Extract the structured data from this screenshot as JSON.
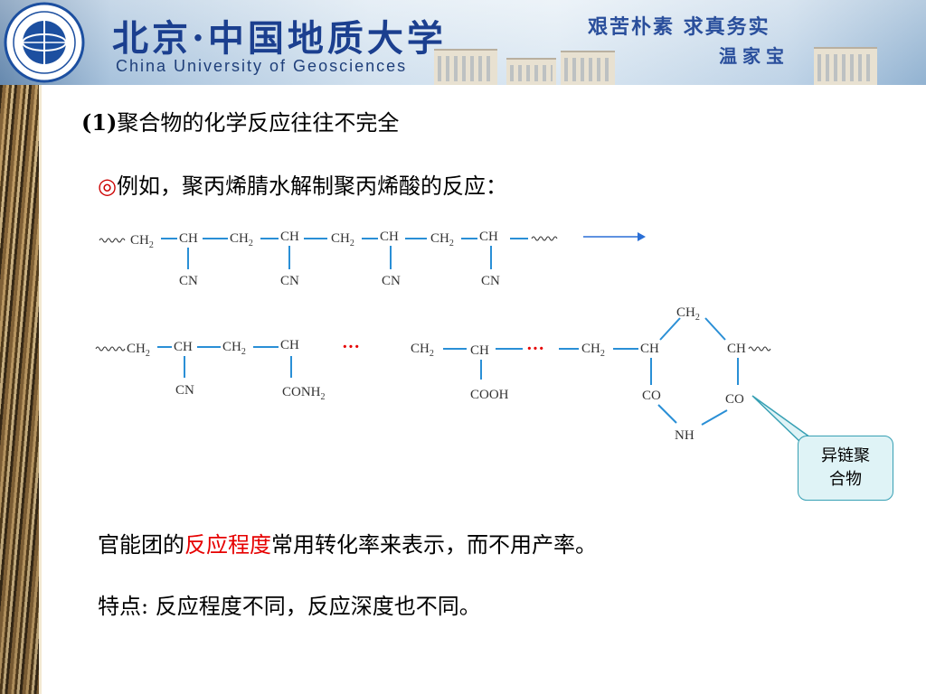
{
  "header": {
    "title_cn": "北京·中国地质大学",
    "title_en": "China University of Geosciences",
    "motto": "艰苦朴素 求真务实",
    "motto_signature": "温家宝"
  },
  "heading": {
    "number": "(1)",
    "text": "聚合物的化学反应往往不完全"
  },
  "example": {
    "bullet": "◎",
    "text": "例如，聚丙烯腈水解制聚丙烯酸的反应："
  },
  "chem": {
    "row1": {
      "groups": [
        "CH",
        "CH",
        "CH",
        "CH",
        "CH",
        "CH",
        "CH",
        "CH"
      ],
      "ch2": "CH",
      "ch": "CH",
      "subscript": "2",
      "substituent": "CN"
    },
    "row2": {
      "ch2": "CH",
      "ch": "CH",
      "subscript": "2",
      "cn": "CN",
      "conh": "CONH",
      "cooh": "COOH",
      "co": "CO",
      "nh": "NH",
      "dots": "···"
    }
  },
  "callout": {
    "line1": "异链聚",
    "line2": "合物"
  },
  "para1": {
    "before": "官能团的",
    "highlight": "反应程度",
    "after": "常用转化率来表示，而不用产率。"
  },
  "para2": {
    "text": "特点: 反应程度不同，反应深度也不同。"
  },
  "colors": {
    "accent_red": "#e60000",
    "bond_blue": "#2a8fd6",
    "callout_fill": "#dff3f6"
  }
}
